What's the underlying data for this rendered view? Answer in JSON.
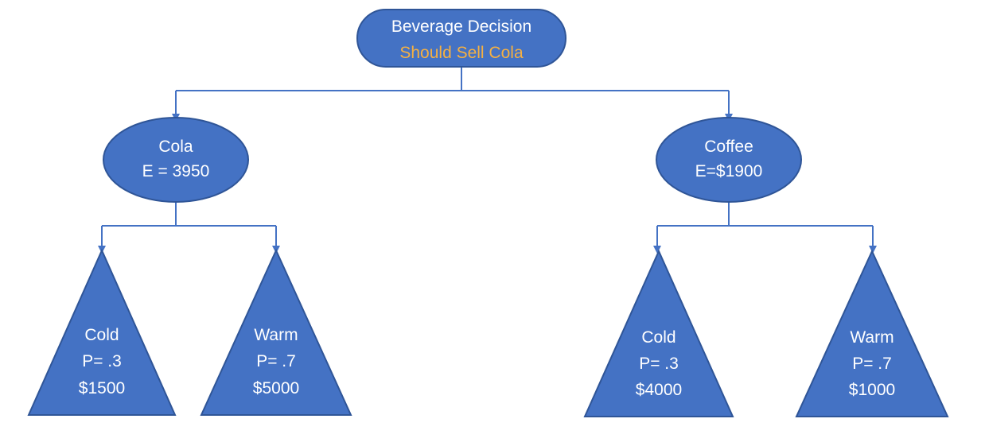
{
  "colors": {
    "node_fill": "#4472c4",
    "node_border": "#2f5597",
    "connector": "#4472c4",
    "text": "#ffffff",
    "highlight_text": "#f5b042"
  },
  "root": {
    "title": "Beverage Decision",
    "subtitle": "Should Sell Cola"
  },
  "options": [
    {
      "name": "Cola",
      "expected": "E = 3950",
      "outcomes": [
        {
          "weather": "Cold",
          "probability": "P= .3",
          "payoff": "$1500"
        },
        {
          "weather": "Warm",
          "probability": "P= .7",
          "payoff": "$5000"
        }
      ]
    },
    {
      "name": "Coffee",
      "expected": "E=$1900",
      "outcomes": [
        {
          "weather": "Cold",
          "probability": "P= .3",
          "payoff": "$4000"
        },
        {
          "weather": "Warm",
          "probability": "P= .7",
          "payoff": "$1000"
        }
      ]
    }
  ]
}
